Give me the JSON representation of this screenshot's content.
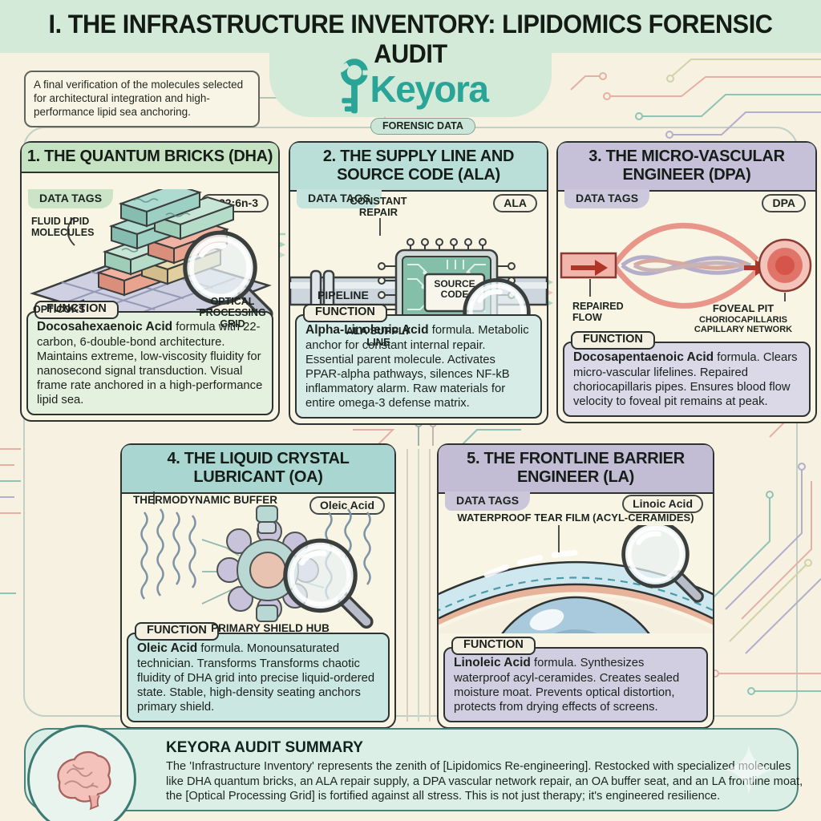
{
  "header": {
    "title": "I. THE INFRASTRUCTURE INVENTORY: LIPIDOMICS FORENSIC AUDIT",
    "brand": "Keyora",
    "note": "A final verification of the molecules selected for architectural integration and high-performance lipid sea anchoring.",
    "badge": "FORENSIC DATA"
  },
  "panels": [
    {
      "title": "1. THE QUANTUM BRICKS (DHA)",
      "data_tags": "DATA TAGS",
      "tag": "C22:6n-3",
      "label_a": "FLUID LIPID MOLECULES",
      "label_b": "OPTICOKS",
      "label_c": "OPTICAL PROCESSING GRID",
      "function_label": "FUNCTION",
      "function_lead": "Docosahexaenoic Acid",
      "function_text": "formula with 22-carbon, 6-double-bond architecture. Maintains extreme, low-viscosity fluidity for nanosecond signal transduction. Visual frame rate anchored in a high-performance lipid sea."
    },
    {
      "title": "2. THE SUPPLY LINE AND SOURCE CODE (ALA)",
      "data_tags": "DATA TAGS",
      "tag": "ALA",
      "label_a": "CONSTANT REPAIR",
      "label_b": "PIPELINE",
      "label_c": "ALA SUPPLY LINE",
      "chip_label": "SOURCE CODE",
      "function_label": "FUNCTION",
      "function_lead": "Alpha-Linolenic Acid",
      "function_text": "formula. Metabolic anchor for constant internal repair. Essential parent molecule. Activates PPAR-alpha pathways, silences NF-kB inflammatory alarm. Raw materials for entire omega-3 defense matrix."
    },
    {
      "title": "3. THE MICRO-VASCULAR ENGINEER (DPA)",
      "data_tags": "DATA TAGS",
      "tag": "DPA",
      "label_a": "REPAIRED FLOW",
      "label_b": "FOVEAL PIT",
      "label_c": "CHORIOCAPILLARIS CAPILLARY NETWORK",
      "function_label": "FUNCTION",
      "function_lead": "Docosapentaenoic Acid",
      "function_text": "formula. Clears micro-vascular lifelines. Repaired choriocapillaris pipes. Ensures blood flow velocity to foveal pit remains at peak."
    },
    {
      "title": "4. THE LIQUID CRYSTAL LUBRICANT (OA)",
      "tag": "Oleic Acid",
      "label_a": "THERMODYNAMIC BUFFER",
      "label_b": "PRIMARY SHIELD HUB",
      "function_label": "FUNCTION",
      "function_lead": "Oleic Acid",
      "function_text": "formula. Monounsaturated technician. Transforms Transforms chaotic fluidity of DHA grid into precise liquid-ordered state. Stable, high-density seating anchors primary shield."
    },
    {
      "title": "5. THE FRONTLINE BARRIER ENGINEER (LA)",
      "data_tags": "DATA TAGS",
      "tag": "Linoic Acid",
      "label_a": "WATERPROOF TEAR FILM (ACYL-CERAMIDES)",
      "function_label": "FUNCTION",
      "function_lead": "Linoleic Acid",
      "function_text": "formula. Synthesizes waterproof acyl-ceramides. Creates sealed moisture moat. Prevents optical distortion, protects from drying effects of screens."
    }
  ],
  "summary": {
    "title": "KEYORA AUDIT SUMMARY",
    "text": "The 'Infrastructure Inventory' represents the zenith of [Lipidomics Re-engineering]. Restocked with specialized molecules like DHA quantum bricks, an ALA repair supply, a DPA vascular network repair, an OA buffer seat, and an LA frontline moat, the [Optical Processing Grid] is fortified against all stress. This is not just therapy; it's engineered resilience.",
    "icon": "brain-icon"
  },
  "colors": {
    "background": "#f6f1e1",
    "header_band": "#d4ead9",
    "brand_teal": "#2ba498",
    "panel_border": "#2e3331",
    "panel1_header": "#c5e2c2",
    "panel2_header": "#b9dfd8",
    "panel3_header": "#c6c1d8",
    "panel4_header": "#a9d6d0",
    "panel5_header": "#c2bcd5",
    "summary_bg": "#dcefe7",
    "summary_border": "#49847c",
    "vascular_red": "#d95f52"
  }
}
